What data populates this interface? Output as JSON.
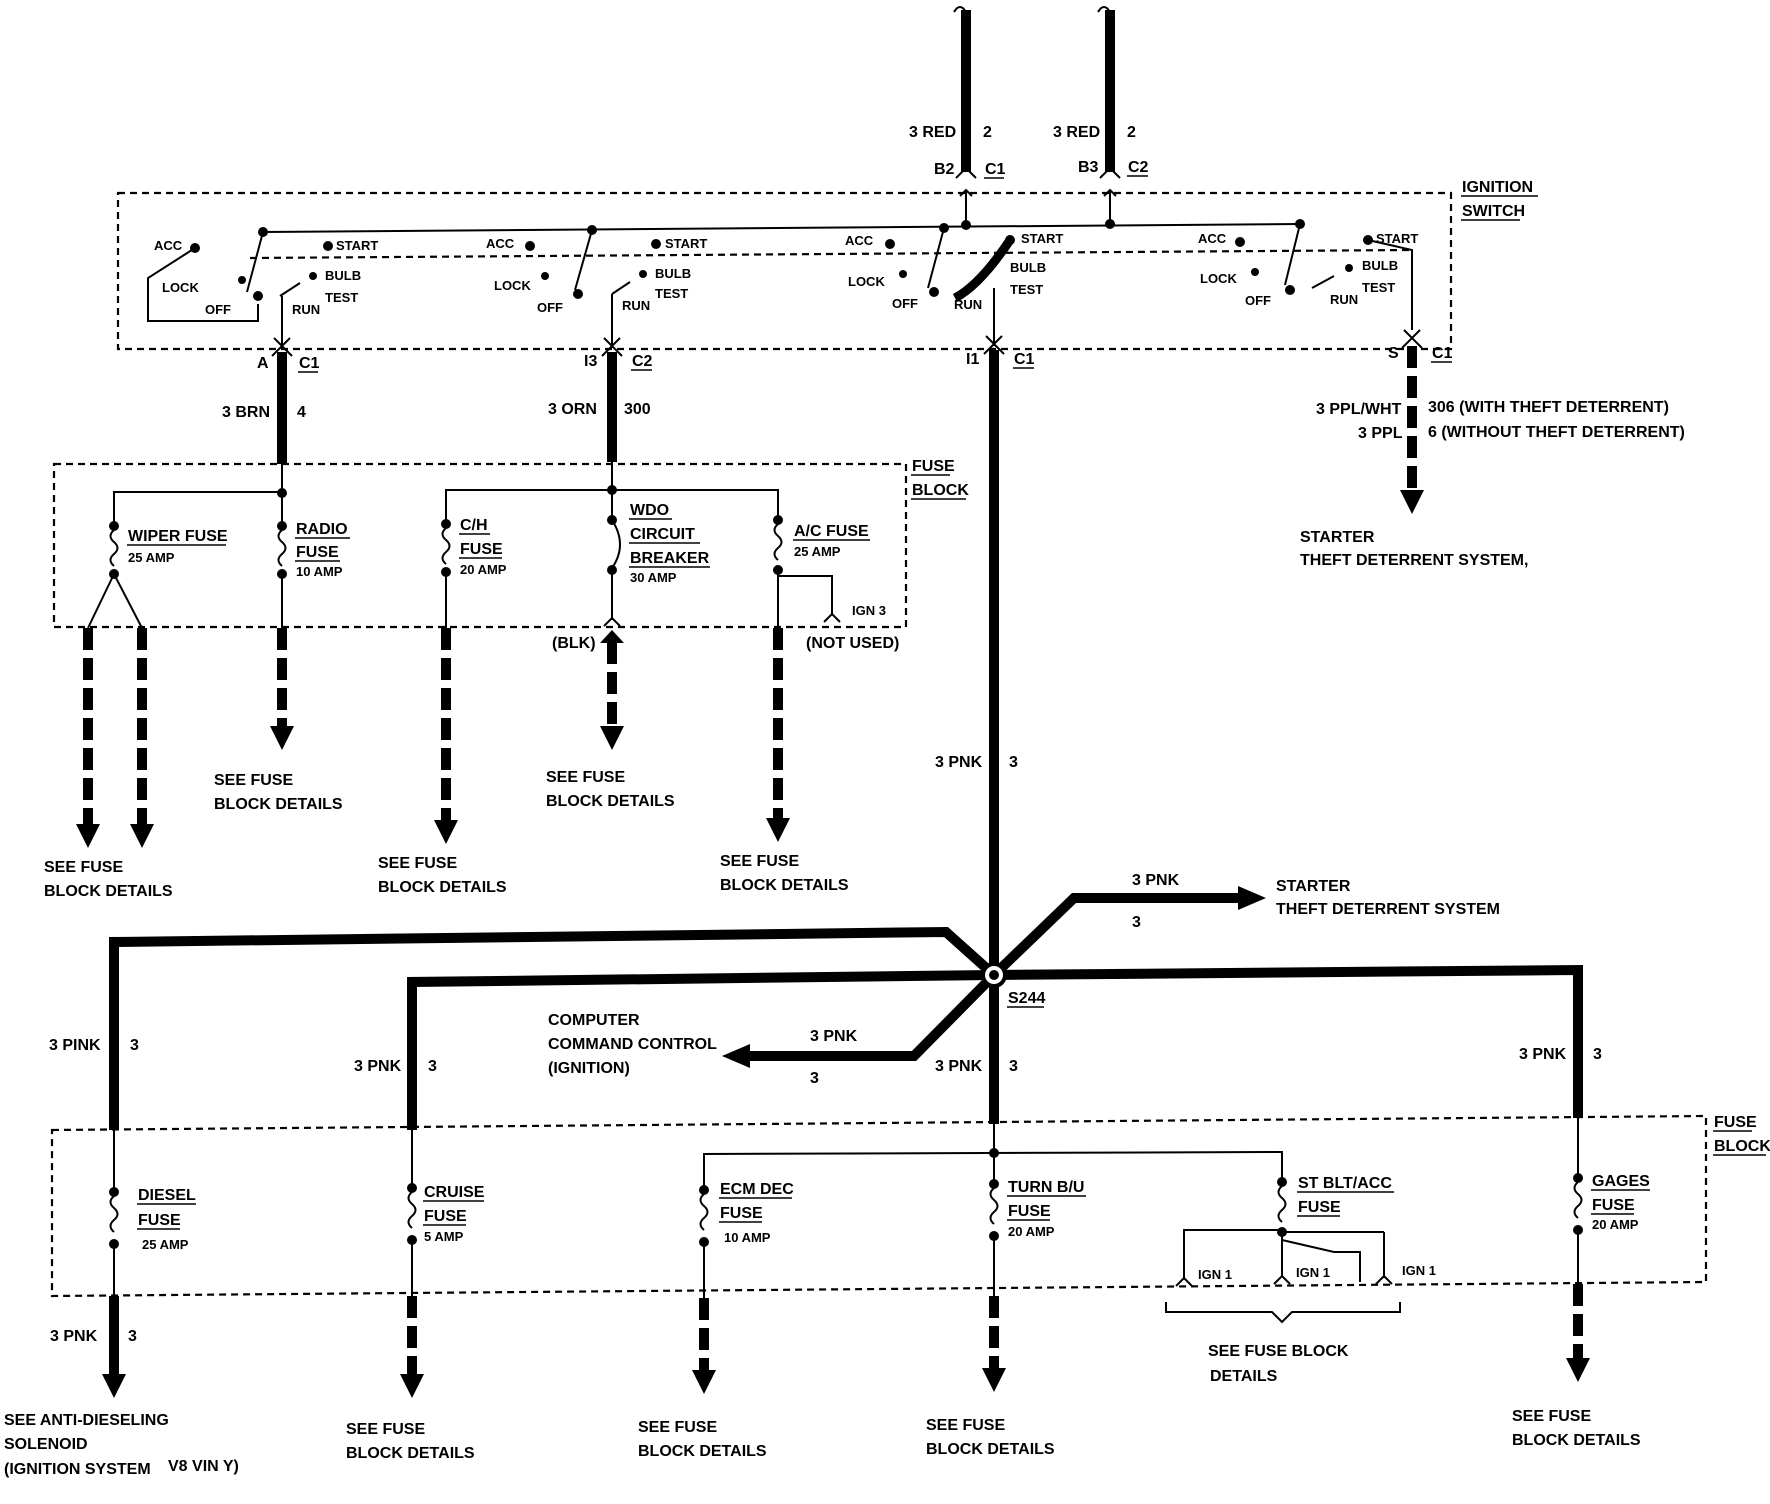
{
  "ignition_switch": {
    "title_1": "IGNITION",
    "title_2": "SWITCH",
    "positions": {
      "acc": "ACC",
      "lock": "LOCK",
      "off": "OFF",
      "run": "RUN",
      "start": "START",
      "bulb": "BULB",
      "test": "TEST"
    }
  },
  "top_feeds": [
    {
      "wire": "3 RED",
      "circuit": "2",
      "pin": "B2",
      "connector": "C1"
    },
    {
      "wire": "3 RED",
      "circuit": "2",
      "pin": "B3",
      "connector": "C2"
    }
  ],
  "switch_outputs": [
    {
      "pin": "A",
      "connector": "C1",
      "wire": "3 BRN",
      "circuit": "4"
    },
    {
      "pin": "I3",
      "connector": "C2",
      "wire": "3 ORN",
      "circuit": "300"
    },
    {
      "pin": "I1",
      "connector": "C1"
    },
    {
      "pin": "S",
      "connector": "C1"
    }
  ],
  "starter_output": {
    "wire_1": "3 PPL/WHT",
    "circuit_1": "306 (WITH THEFT DETERRENT)",
    "wire_2": "3 PPL",
    "circuit_2": "6 (WITHOUT THEFT DETERRENT)",
    "dest_1": "STARTER",
    "dest_2": "THEFT DETERRENT SYSTEM,"
  },
  "fuse_block_top": {
    "title_1": "FUSE",
    "title_2": "BLOCK",
    "wiper": {
      "line1": "WIPER FUSE",
      "amp": "25 AMP"
    },
    "radio": {
      "line1": "RADIO",
      "line2": "FUSE",
      "amp": "10 AMP"
    },
    "ch": {
      "line1": "C/H",
      "line2": "FUSE",
      "amp": "20 AMP"
    },
    "wdo": {
      "line1": "WDO",
      "line2": "CIRCUIT",
      "line3": "BREAKER",
      "amp": "30 AMP"
    },
    "ac": {
      "line1": "A/C FUSE",
      "amp": "25 AMP"
    },
    "ign3": "IGN 3",
    "blk": "(BLK)",
    "not_used": "(NOT USED)"
  },
  "see_fuse": {
    "line1": "SEE FUSE",
    "line2": "BLOCK DETAILS"
  },
  "main_feed": {
    "wire": "3 PNK",
    "circuit": "3"
  },
  "splice": "S244",
  "branch_starter": {
    "wire": "3 PNK",
    "circuit": "3",
    "dest_1": "STARTER",
    "dest_2": "THEFT DETERRENT SYSTEM"
  },
  "branch_ccc": {
    "wire": "3 PNK",
    "circuit": "3",
    "dest_1": "COMPUTER",
    "dest_2": "COMMAND CONTROL",
    "dest_3": "(IGNITION)"
  },
  "branch_left_outer": {
    "wire": "3 PINK",
    "circuit": "3"
  },
  "branch_left_inner": {
    "wire": "3 PNK",
    "circuit": "3"
  },
  "branch_center": {
    "wire": "3 PNK",
    "circuit": "3"
  },
  "branch_right": {
    "wire": "3 PNK",
    "circuit": "3"
  },
  "fuse_block_bottom": {
    "title_1": "FUSE",
    "title_2": "BLOCK",
    "diesel": {
      "line1": "DIESEL",
      "line2": "FUSE",
      "amp": "25 AMP"
    },
    "cruise": {
      "line1": "CRUISE",
      "line2": "FUSE",
      "amp": "5 AMP"
    },
    "ecm": {
      "line1": "ECM DEC",
      "line2": "FUSE",
      "amp": "10 AMP"
    },
    "turn": {
      "line1": "TURN B/U",
      "line2": "FUSE",
      "amp": "20 AMP"
    },
    "stblt": {
      "line1": "ST BLT/ACC",
      "line2": "FUSE"
    },
    "gages": {
      "line1": "GAGES",
      "line2": "FUSE",
      "amp": "20 AMP"
    },
    "ign1": "IGN 1"
  },
  "diesel_output": {
    "wire": "3  PNK",
    "circuit": "3",
    "dest_1": "SEE  ANTI-DIESELING",
    "dest_2": "SOLENOID",
    "dest_3": "(IGNITION SYSTEM",
    "dest_4": "V8 VIN Y)"
  },
  "see_fuse_block_details": {
    "line1": "SEE FUSE BLOCK",
    "line2": "DETAILS"
  }
}
